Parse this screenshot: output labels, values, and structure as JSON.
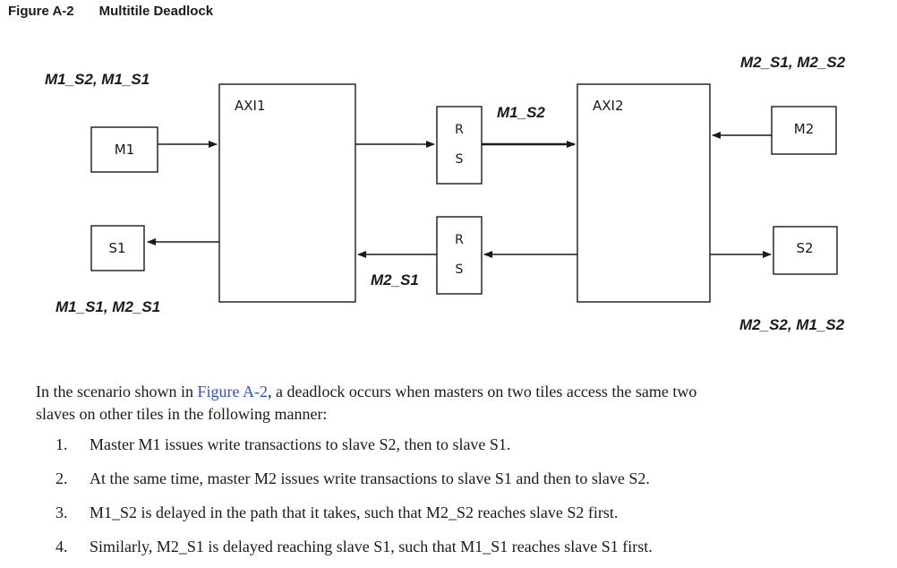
{
  "figure": {
    "number": "Figure A-2",
    "title": "Multitile Deadlock"
  },
  "diagram": {
    "blocks": {
      "m1": "M1",
      "s1": "S1",
      "axi1": "AXI1",
      "axi2": "AXI2",
      "m2": "M2",
      "s2": "S2",
      "rs_top": [
        "R",
        "S"
      ],
      "rs_bottom": [
        "R",
        "S"
      ]
    },
    "flow_labels": {
      "m1_out": "M1_S2, M1_S1",
      "s1_in": "M1_S1, M2_S1",
      "rs_top": "M1_S2",
      "rs_bottom": "M2_S1",
      "m2_out": "M2_S1, M2_S2",
      "s2_in": "M2_S2, M1_S2"
    }
  },
  "paragraph": {
    "before_link": "In the scenario shown in ",
    "link": "Figure A-2",
    "after_link_line1": ", a deadlock occurs when masters on two tiles access the same two",
    "line2": "slaves on other tiles in the following manner:"
  },
  "steps": [
    {
      "num": "1.",
      "text": "Master M1 issues write transactions to slave S2, then to slave S1."
    },
    {
      "num": "2.",
      "text": "At the same time, master M2 issues write transactions to slave S1 and then to slave S2."
    },
    {
      "num": "3.",
      "text": "M1_S2 is delayed in the path that it takes, such that M2_S2 reaches slave S2 first."
    },
    {
      "num": "4.",
      "text": "Similarly, M2_S1 is delayed reaching slave S1, such that M1_S1 reaches slave S1 first."
    }
  ]
}
